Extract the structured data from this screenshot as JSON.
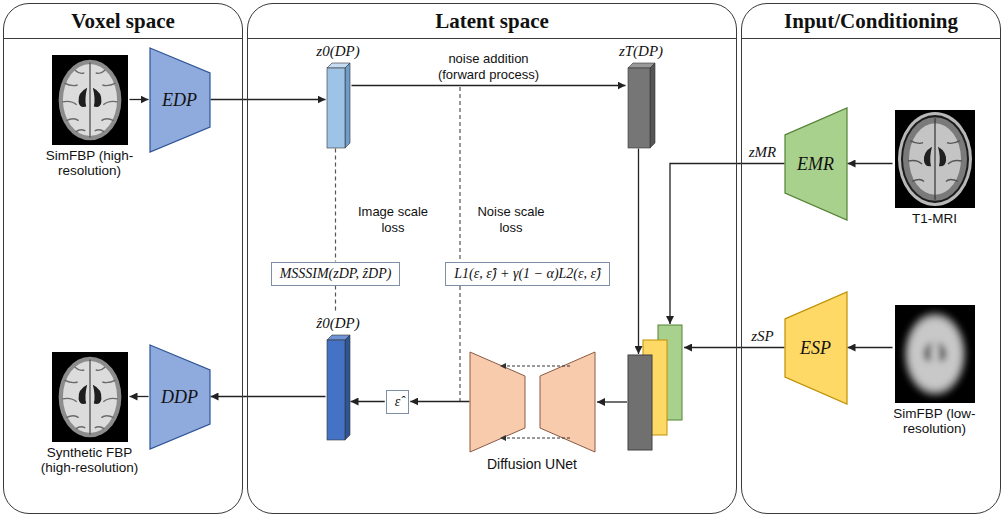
{
  "diagram": {
    "nodes": [
      {
        "text": [
          "Voxel space"
        ]
      },
      {
        "text": [
          "Latent space"
        ]
      },
      {
        "text": [
          "Input/Conditioning"
        ]
      },
      {
        "text": [
          "SimFBP (high-resolution)"
        ],
        "in": 0
      },
      {
        "text": [
          "EDP"
        ],
        "in": 0
      },
      {
        "text": [
          "DDP"
        ],
        "in": 0
      },
      {
        "text": [
          "Synthetic FBP (high-resolution)"
        ],
        "in": 0
      },
      {
        "text": [
          "z0(DP)"
        ],
        "in": 1
      },
      {
        "text": [
          "zT(DP)"
        ],
        "in": 1
      },
      {
        "text": [
          "MSSSIM(zDP, ẑDP)"
        ],
        "in": 1
      },
      {
        "text": [
          "L1(ε, ε̂) + γ(1 − α)L2(ε, ε̂)"
        ],
        "in": 1
      },
      {
        "text": [
          "ẑ0(DP)"
        ],
        "in": 1
      },
      {
        "text": [
          "ε̂"
        ],
        "in": 1
      },
      {
        "text": [
          "Diffusion UNet"
        ],
        "in": 1
      },
      {
        "text": [
          "EMR"
        ],
        "in": 2
      },
      {
        "text": [
          "T1-MRI"
        ],
        "in": 2
      },
      {
        "text": [
          "ESP"
        ],
        "in": 2
      },
      {
        "text": [
          "SimFBP (low-resolution)"
        ],
        "in": 2
      }
    ],
    "edges": [
      {
        "from": 3,
        "to": 4,
        "arrow": "to"
      },
      {
        "from": 4,
        "to": 7,
        "arrow": "to"
      },
      {
        "from": 7,
        "to": 8,
        "label": "noise addition (forward process)",
        "arrow": "to"
      },
      {
        "from": 8,
        "to": 13,
        "arrow": "to"
      },
      {
        "from": 15,
        "to": 14,
        "arrow": "to"
      },
      {
        "from": 14,
        "to": 13,
        "label": "zMR",
        "arrow": "to"
      },
      {
        "from": 17,
        "to": 16,
        "arrow": "to"
      },
      {
        "from": 16,
        "to": 13,
        "label": "zSP",
        "arrow": "to"
      },
      {
        "from": 13,
        "to": 12,
        "arrow": "to"
      },
      {
        "from": 12,
        "to": 11,
        "arrow": "to"
      },
      {
        "from": 11,
        "to": 5,
        "arrow": "to"
      },
      {
        "from": 5,
        "to": 6,
        "arrow": "to"
      },
      {
        "from": 7,
        "to": 9,
        "arrow": "none"
      },
      {
        "from": 9,
        "to": 11,
        "arrow": "none"
      }
    ],
    "labels": [
      "Image scale loss",
      "Noise scale loss"
    ]
  }
}
